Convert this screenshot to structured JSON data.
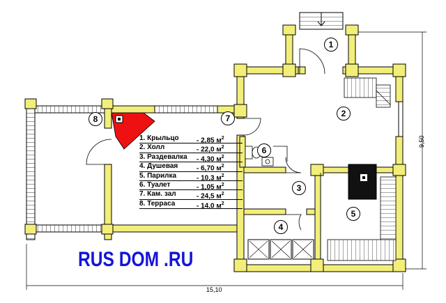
{
  "rooms": [
    {
      "name": "1. Крыльцо",
      "area": "- 2,85 м",
      "unit_sup": "2"
    },
    {
      "name": "2. Холл",
      "area": "- 22,0 м",
      "unit_sup": "2"
    },
    {
      "name": "3. Раздевалка",
      "area": "- 4,30 м",
      "unit_sup": "2"
    },
    {
      "name": "4. Душевая",
      "area": "- 6,70 м",
      "unit_sup": "2"
    },
    {
      "name": "5. Парилка",
      "area": "- 10,3 м",
      "unit_sup": "2"
    },
    {
      "name": "6. Туалет",
      "area": "- 1,05 м",
      "unit_sup": "2"
    },
    {
      "name": "7. Кам. зал",
      "area": "- 24,5 м",
      "unit_sup": "2"
    },
    {
      "name": "8. Терраса",
      "area": "- 14,0 м",
      "unit_sup": "2"
    }
  ],
  "room_numbers": [
    "1",
    "2",
    "3",
    "4",
    "5",
    "6",
    "7",
    "8"
  ],
  "dimensions": {
    "width": "15,10",
    "height": "9,50"
  },
  "brand": "RUS DOM .RU",
  "colors": {
    "wall": "#f2ee7a",
    "fireplace": "#ee1111",
    "brand": "#1414d8"
  }
}
